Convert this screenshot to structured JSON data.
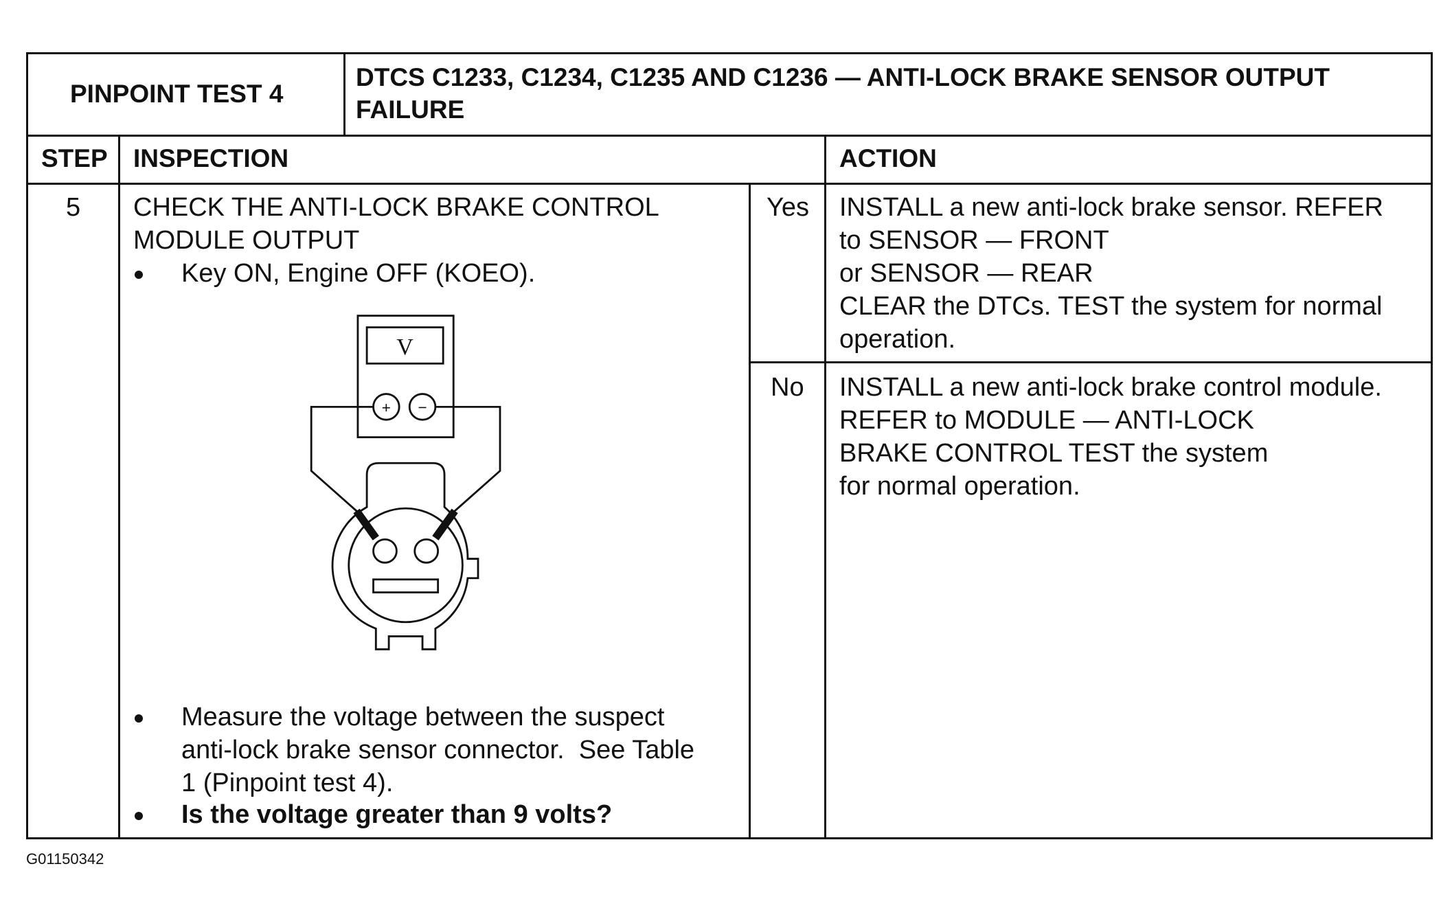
{
  "header": {
    "pinpoint_label": "PINPOINT TEST 4",
    "dtc_title_line1": "DTCS C1233, C1234, C1235 AND C1236 — ANTI-LOCK BRAKE SENSOR OUTPUT",
    "dtc_title_line2": "FAILURE"
  },
  "columns": {
    "step": "STEP",
    "inspection": "INSPECTION",
    "action": "ACTION"
  },
  "step": {
    "number": "5",
    "inspection_title_line1": "CHECK THE ANTI-LOCK BRAKE CONTROL",
    "inspection_title_line2": "MODULE OUTPUT",
    "bullet1": "Key ON, Engine OFF (KOEO).",
    "bullet2_line1": "Measure the voltage between the suspect",
    "bullet2_line2": "anti-lock brake sensor connector.  See Table",
    "bullet2_line3": "1 (Pinpoint test 4).",
    "bullet3": "Is the voltage greater than 9 volts?"
  },
  "meter": {
    "display": "V",
    "plus": "+",
    "minus": "−"
  },
  "outcomes": [
    {
      "answer": "Yes",
      "lines": [
        "INSTALL a new anti-lock brake sensor. REFER",
        "to SENSOR — FRONT",
        "or SENSOR — REAR",
        "CLEAR the DTCs. TEST the system for normal",
        "operation."
      ]
    },
    {
      "answer": "No",
      "lines": [
        "INSTALL a new anti-lock brake control module.",
        "REFER to MODULE — ANTI-LOCK",
        "BRAKE CONTROL TEST the system",
        "for normal operation."
      ]
    }
  ],
  "figure_id": "G01150342"
}
